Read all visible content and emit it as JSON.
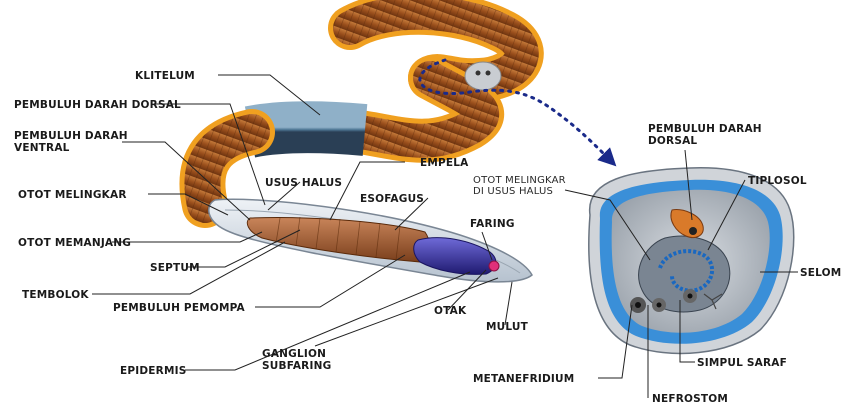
{
  "labels": {
    "klitelum": "KLITELUM",
    "pembuluh_darah_dorsal": "PEMBULUH DARAH DORSAL",
    "pembuluh_darah_ventral_1": "PEMBULUH DARAH",
    "pembuluh_darah_ventral_2": "VENTRAL",
    "otot_melingkar": "OTOT MELINGKAR",
    "usus_halus": "USUS HALUS",
    "empela": "EMPELA",
    "esofagus": "ESOFAGUS",
    "faring": "FARING",
    "otot_memanjang": "OTOT MEMANJANG",
    "septum": "SEPTUM",
    "tembolok": "TEMBOLOK",
    "pembuluh_pemompa": "PEMBULUH PEMOMPA",
    "otak": "OTAK",
    "mulut": "MULUT",
    "epidermis": "EPIDERMIS",
    "ganglion_1": "GANGLION",
    "ganglion_2": "SUBFARING",
    "cs_dorsal_1": "PEMBULUH DARAH",
    "cs_dorsal_2": "DORSAL",
    "otot_usus_1": "OTOT MELINGKAR",
    "otot_usus_2": "DI USUS HALUS",
    "tiplosol": "TIPLOSOL",
    "selom": "SELOM",
    "simpul_saraf": "SIMPUL SARAF",
    "metanefridium": "METANEFRIDIUM",
    "nefrostom": "NEFROSTOM"
  },
  "colors": {
    "worm_brown": "#a4581f",
    "worm_orange": "#f0a020",
    "clitellum": "#5f8aa8",
    "section_blue": "#3a8fd8",
    "arrow_blue": "#1a2a8a",
    "pharynx_purple": "#3a2fa0",
    "mouth_pink": "#e0307a"
  }
}
